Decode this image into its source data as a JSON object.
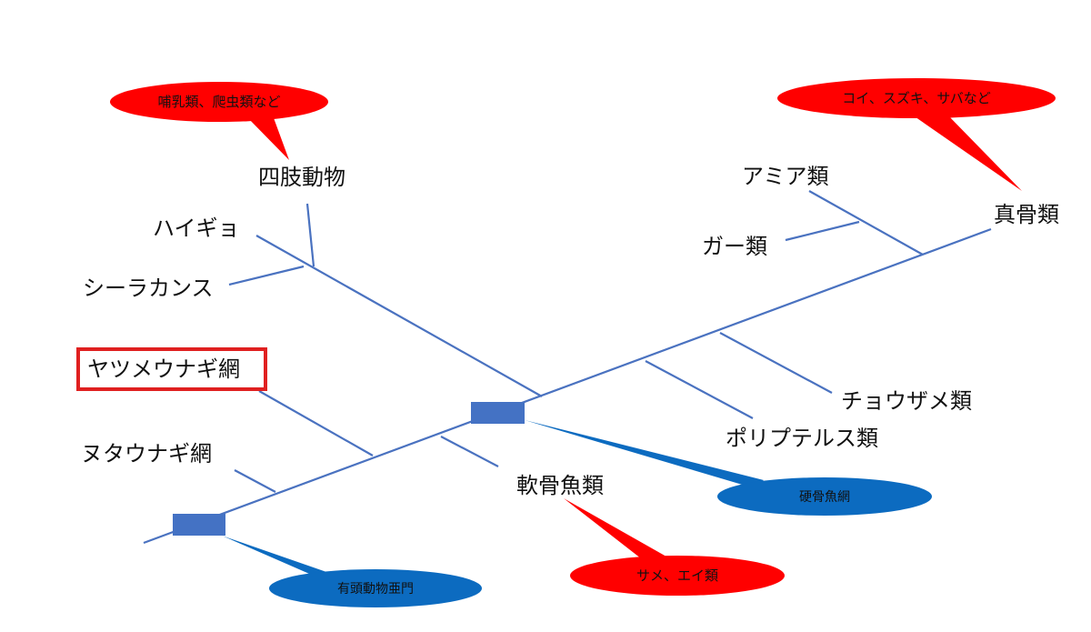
{
  "colors": {
    "branch": "#4a72c0",
    "node_box": "#4472c4",
    "red_callout": "#ff0000",
    "blue_callout": "#0c6bc0",
    "highlight_border": "#e02020"
  },
  "taxa": {
    "tetrapods": "四肢動物",
    "lungfish": "ハイギョ",
    "coelacanth": "シーラカンス",
    "lamprey": "ヤツメウナギ網",
    "hagfish": "ヌタウナギ網",
    "cartilaginous": "軟骨魚類",
    "amia": "アミア類",
    "gar": "ガー類",
    "teleost": "真骨類",
    "sturgeon": "チョウザメ類",
    "polypterus": "ポリプテルス類"
  },
  "callouts": {
    "mammals_reptiles": "哺乳類、爬虫類など",
    "teleost_examples": "コイ、スズキ、サバなど",
    "osteichthyes": "硬骨魚網",
    "vertebrata": "有頭動物亜門",
    "sharks_rays": "サメ、エイ類"
  },
  "highlighted_taxon": "lamprey"
}
